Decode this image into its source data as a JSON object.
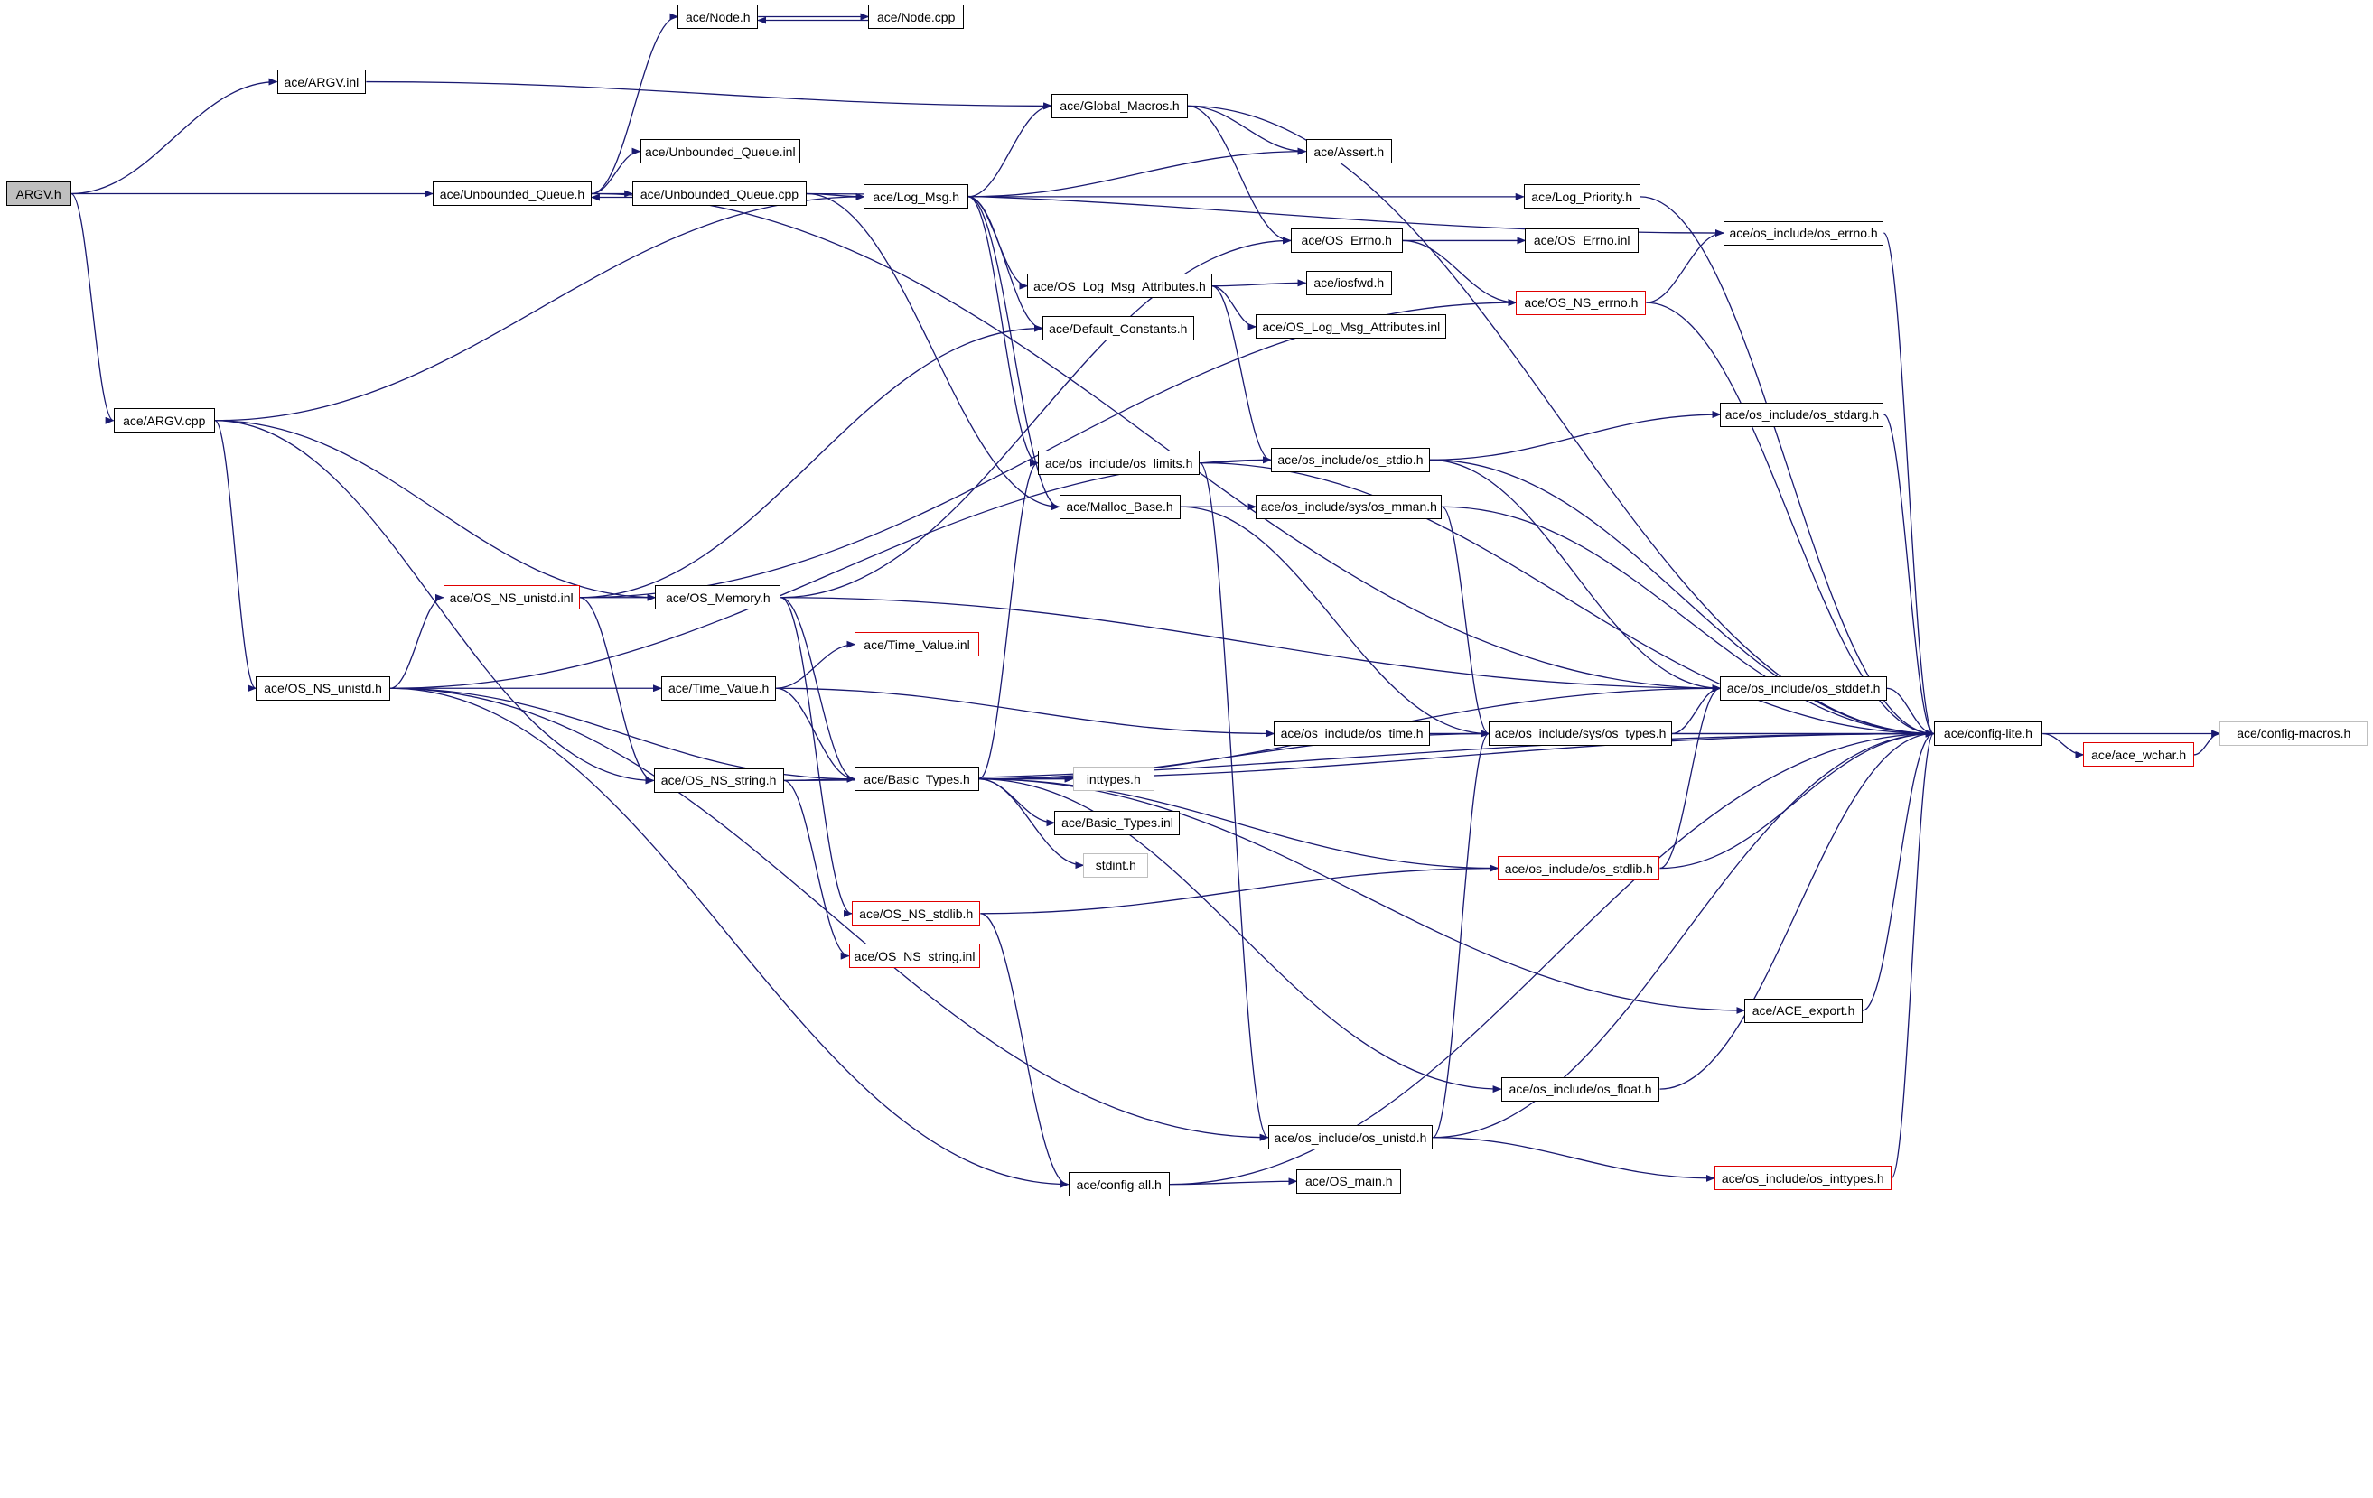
{
  "colors": {
    "edge": "#191970",
    "node_border": "#000000",
    "missing_border": "#ff0000",
    "external_border": "#bfbfbf",
    "root_fill": "#bfbfbf"
  },
  "nodes": [
    {
      "id": "argv_h",
      "label": "ARGV.h",
      "style": "root"
    },
    {
      "id": "argv_inl",
      "label": "ace/ARGV.inl",
      "style": "normal"
    },
    {
      "id": "node_h",
      "label": "ace/Node.h",
      "style": "normal"
    },
    {
      "id": "node_cpp",
      "label": "ace/Node.cpp",
      "style": "normal"
    },
    {
      "id": "uq_inl",
      "label": "ace/Unbounded_Queue.inl",
      "style": "normal"
    },
    {
      "id": "uq_h",
      "label": "ace/Unbounded_Queue.h",
      "style": "normal"
    },
    {
      "id": "uq_cpp",
      "label": "ace/Unbounded_Queue.cpp",
      "style": "normal"
    },
    {
      "id": "log_msg",
      "label": "ace/Log_Msg.h",
      "style": "normal"
    },
    {
      "id": "global_macros",
      "label": "ace/Global_Macros.h",
      "style": "normal"
    },
    {
      "id": "assert",
      "label": "ace/Assert.h",
      "style": "normal"
    },
    {
      "id": "log_priority",
      "label": "ace/Log_Priority.h",
      "style": "normal"
    },
    {
      "id": "os_errno_h",
      "label": "ace/OS_Errno.h",
      "style": "normal"
    },
    {
      "id": "os_errno_inl",
      "label": "ace/OS_Errno.inl",
      "style": "normal"
    },
    {
      "id": "inc_errno",
      "label": "ace/os_include/os_errno.h",
      "style": "normal"
    },
    {
      "id": "lma_h",
      "label": "ace/OS_Log_Msg_Attributes.h",
      "style": "normal"
    },
    {
      "id": "iosfwd",
      "label": "ace/iosfwd.h",
      "style": "normal"
    },
    {
      "id": "ns_errno",
      "label": "ace/OS_NS_errno.h",
      "style": "red"
    },
    {
      "id": "default_constants",
      "label": "ace/Default_Constants.h",
      "style": "normal"
    },
    {
      "id": "lma_inl",
      "label": "ace/OS_Log_Msg_Attributes.inl",
      "style": "normal"
    },
    {
      "id": "argv_cpp",
      "label": "ace/ARGV.cpp",
      "style": "normal"
    },
    {
      "id": "inc_stdarg",
      "label": "ace/os_include/os_stdarg.h",
      "style": "normal"
    },
    {
      "id": "inc_limits",
      "label": "ace/os_include/os_limits.h",
      "style": "normal"
    },
    {
      "id": "inc_stdio",
      "label": "ace/os_include/os_stdio.h",
      "style": "normal"
    },
    {
      "id": "malloc_base",
      "label": "ace/Malloc_Base.h",
      "style": "normal"
    },
    {
      "id": "inc_mman",
      "label": "ace/os_include/sys/os_mman.h",
      "style": "normal"
    },
    {
      "id": "ns_unistd_inl",
      "label": "ace/OS_NS_unistd.inl",
      "style": "red"
    },
    {
      "id": "os_memory",
      "label": "ace/OS_Memory.h",
      "style": "normal"
    },
    {
      "id": "tv_inl",
      "label": "ace/Time_Value.inl",
      "style": "red"
    },
    {
      "id": "ns_unistd_h",
      "label": "ace/OS_NS_unistd.h",
      "style": "normal"
    },
    {
      "id": "tv_h",
      "label": "ace/Time_Value.h",
      "style": "normal"
    },
    {
      "id": "inc_stddef",
      "label": "ace/os_include/os_stddef.h",
      "style": "normal"
    },
    {
      "id": "inc_time",
      "label": "ace/os_include/os_time.h",
      "style": "normal"
    },
    {
      "id": "inc_types",
      "label": "ace/os_include/sys/os_types.h",
      "style": "normal"
    },
    {
      "id": "config_lite",
      "label": "ace/config-lite.h",
      "style": "normal"
    },
    {
      "id": "config_macros",
      "label": "ace/config-macros.h",
      "style": "gray"
    },
    {
      "id": "ace_wchar",
      "label": "ace/ace_wchar.h",
      "style": "red"
    },
    {
      "id": "ns_string_h",
      "label": "ace/OS_NS_string.h",
      "style": "normal"
    },
    {
      "id": "basic_types_h",
      "label": "ace/Basic_Types.h",
      "style": "normal"
    },
    {
      "id": "inttypes",
      "label": "inttypes.h",
      "style": "gray"
    },
    {
      "id": "basic_types_inl",
      "label": "ace/Basic_Types.inl",
      "style": "normal"
    },
    {
      "id": "stdint",
      "label": "stdint.h",
      "style": "gray"
    },
    {
      "id": "inc_stdlib",
      "label": "ace/os_include/os_stdlib.h",
      "style": "red"
    },
    {
      "id": "ns_stdlib",
      "label": "ace/OS_NS_stdlib.h",
      "style": "red"
    },
    {
      "id": "ns_string_inl",
      "label": "ace/OS_NS_string.inl",
      "style": "red"
    },
    {
      "id": "ace_export",
      "label": "ace/ACE_export.h",
      "style": "normal"
    },
    {
      "id": "inc_float",
      "label": "ace/os_include/os_float.h",
      "style": "normal"
    },
    {
      "id": "inc_unistd",
      "label": "ace/os_include/os_unistd.h",
      "style": "normal"
    },
    {
      "id": "inc_inttypes",
      "label": "ace/os_include/os_inttypes.h",
      "style": "red"
    },
    {
      "id": "config_all",
      "label": "ace/config-all.h",
      "style": "normal"
    },
    {
      "id": "os_main",
      "label": "ace/OS_main.h",
      "style": "normal"
    }
  ],
  "edges": [
    [
      "argv_h",
      "argv_inl"
    ],
    [
      "argv_h",
      "uq_h"
    ],
    [
      "argv_h",
      "argv_cpp"
    ],
    [
      "argv_inl",
      "global_macros"
    ],
    [
      "uq_h",
      "node_h"
    ],
    [
      "uq_h",
      "uq_inl"
    ],
    [
      "uq_h",
      "uq_cpp"
    ],
    [
      "uq_h",
      "inc_stddef"
    ],
    [
      "uq_cpp",
      "uq_h"
    ],
    [
      "uq_cpp",
      "log_msg"
    ],
    [
      "uq_cpp",
      "inc_errno"
    ],
    [
      "uq_cpp",
      "malloc_base"
    ],
    [
      "node_h",
      "node_cpp"
    ],
    [
      "node_cpp",
      "node_h"
    ],
    [
      "log_msg",
      "global_macros"
    ],
    [
      "log_msg",
      "assert"
    ],
    [
      "log_msg",
      "log_priority"
    ],
    [
      "log_msg",
      "lma_h"
    ],
    [
      "log_msg",
      "default_constants"
    ],
    [
      "log_msg",
      "inc_limits"
    ],
    [
      "log_msg",
      "malloc_base"
    ],
    [
      "global_macros",
      "assert"
    ],
    [
      "global_macros",
      "os_errno_h"
    ],
    [
      "global_macros",
      "config_lite"
    ],
    [
      "log_priority",
      "config_lite"
    ],
    [
      "os_errno_h",
      "os_errno_inl"
    ],
    [
      "os_errno_h",
      "ns_errno"
    ],
    [
      "ns_errno",
      "inc_errno"
    ],
    [
      "ns_errno",
      "config_lite"
    ],
    [
      "inc_errno",
      "config_lite"
    ],
    [
      "lma_h",
      "iosfwd"
    ],
    [
      "lma_h",
      "lma_inl"
    ],
    [
      "lma_h",
      "inc_stdio"
    ],
    [
      "argv_cpp",
      "log_msg"
    ],
    [
      "argv_cpp",
      "os_memory"
    ],
    [
      "argv_cpp",
      "ns_unistd_h"
    ],
    [
      "argv_cpp",
      "ns_string_h"
    ],
    [
      "ns_unistd_h",
      "inc_stdio"
    ],
    [
      "ns_unistd_h",
      "ns_unistd_inl"
    ],
    [
      "ns_unistd_h",
      "tv_h"
    ],
    [
      "ns_unistd_h",
      "basic_types_h"
    ],
    [
      "ns_unistd_h",
      "inc_unistd"
    ],
    [
      "ns_unistd_h",
      "config_all"
    ],
    [
      "ns_unistd_inl",
      "default_constants"
    ],
    [
      "ns_unistd_inl",
      "ns_errno"
    ],
    [
      "ns_unistd_inl",
      "os_memory"
    ],
    [
      "ns_unistd_inl",
      "ns_string_h"
    ],
    [
      "os_memory",
      "os_errno_h"
    ],
    [
      "os_memory",
      "inc_stddef"
    ],
    [
      "os_memory",
      "basic_types_h"
    ],
    [
      "os_memory",
      "ns_stdlib"
    ],
    [
      "tv_h",
      "tv_inl"
    ],
    [
      "tv_h",
      "basic_types_h"
    ],
    [
      "tv_h",
      "inc_time"
    ],
    [
      "inc_limits",
      "inc_stdio"
    ],
    [
      "inc_limits",
      "inc_unistd"
    ],
    [
      "inc_limits",
      "config_lite"
    ],
    [
      "inc_stdio",
      "inc_stdarg"
    ],
    [
      "inc_stdio",
      "inc_stddef"
    ],
    [
      "inc_stdio",
      "config_lite"
    ],
    [
      "inc_stdarg",
      "config_lite"
    ],
    [
      "malloc_base",
      "inc_mman"
    ],
    [
      "malloc_base",
      "inc_types"
    ],
    [
      "inc_mman",
      "inc_types"
    ],
    [
      "inc_mman",
      "config_lite"
    ],
    [
      "inc_stddef",
      "config_lite"
    ],
    [
      "inc_time",
      "inc_types"
    ],
    [
      "inc_time",
      "config_lite"
    ],
    [
      "inc_types",
      "inc_stddef"
    ],
    [
      "inc_types",
      "config_lite"
    ],
    [
      "config_lite",
      "config_macros"
    ],
    [
      "config_lite",
      "ace_wchar"
    ],
    [
      "ace_wchar",
      "config_macros"
    ],
    [
      "ns_string_h",
      "basic_types_h"
    ],
    [
      "ns_string_h",
      "ns_string_inl"
    ],
    [
      "ns_string_h",
      "config_lite"
    ],
    [
      "basic_types_h",
      "inttypes"
    ],
    [
      "basic_types_h",
      "basic_types_inl"
    ],
    [
      "basic_types_h",
      "stdint"
    ],
    [
      "basic_types_h",
      "inc_limits"
    ],
    [
      "basic_types_h",
      "inc_stddef"
    ],
    [
      "basic_types_h",
      "inc_types"
    ],
    [
      "basic_types_h",
      "inc_stdlib"
    ],
    [
      "basic_types_h",
      "config_lite"
    ],
    [
      "basic_types_h",
      "ace_export"
    ],
    [
      "basic_types_h",
      "inc_float"
    ],
    [
      "inc_stdlib",
      "inc_stddef"
    ],
    [
      "inc_stdlib",
      "config_lite"
    ],
    [
      "ns_stdlib",
      "inc_stdlib"
    ],
    [
      "ns_stdlib",
      "config_all"
    ],
    [
      "ace_export",
      "config_lite"
    ],
    [
      "inc_float",
      "config_lite"
    ],
    [
      "inc_unistd",
      "inc_types"
    ],
    [
      "inc_unistd",
      "inc_inttypes"
    ],
    [
      "inc_unistd",
      "config_lite"
    ],
    [
      "inc_inttypes",
      "config_lite"
    ],
    [
      "config_all",
      "os_main"
    ],
    [
      "config_all",
      "config_lite"
    ]
  ]
}
